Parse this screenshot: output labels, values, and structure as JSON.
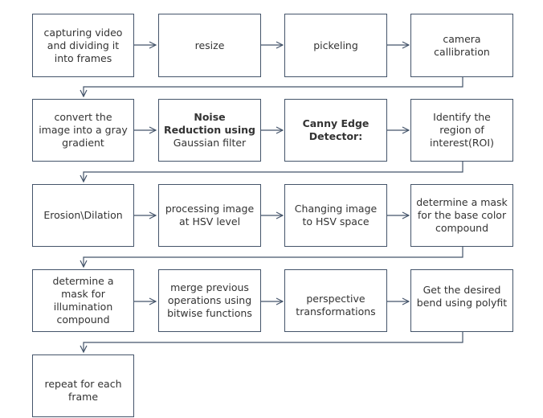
{
  "steps": {
    "capture": "capturing video and dividing it into frames",
    "resize": "resize",
    "pickeling": "pickeling",
    "calibration": "camera callibration",
    "gray": "convert the image into a gray gradient",
    "noise_bold": "Noise Reduction using",
    "noise_rest": " Gaussian filter",
    "canny": "Canny Edge Detector:",
    "roi": "Identify the region of interest(ROI)",
    "erosion": "Erosion\\Dilation",
    "hsv_level": "processing image at HSV level",
    "hsv_space": "Changing image to HSV space",
    "mask_base": "determine a mask for the base color compound",
    "mask_illum": "determine a mask for illumination compound",
    "merge": "merge previous operations using bitwise functions",
    "perspective": "perspective transformations",
    "polyfit": "Get the desired bend using polyfit",
    "repeat": "repeat for each frame"
  },
  "colors": {
    "border": "#44546a",
    "arrow": "#44546a",
    "text": "#333333"
  }
}
